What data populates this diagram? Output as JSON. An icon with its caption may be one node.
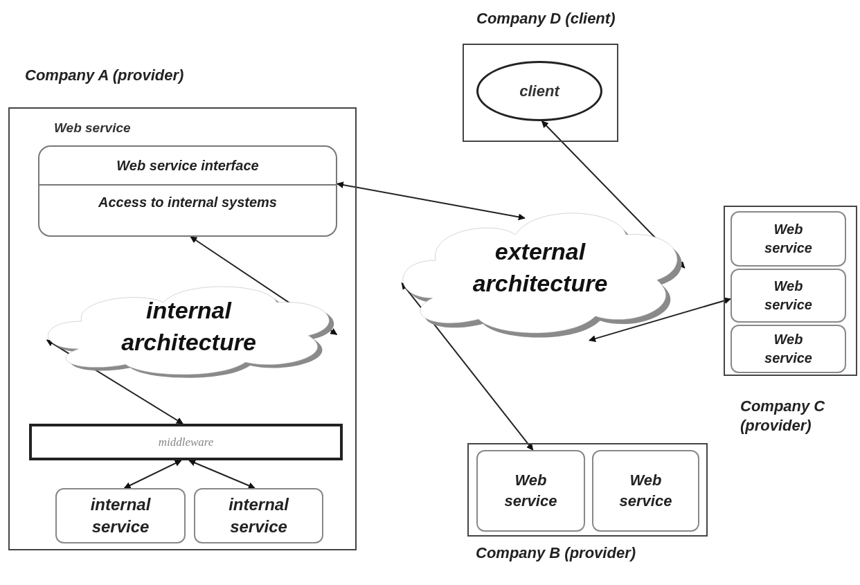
{
  "diagram": {
    "nodes": [
      {
        "text": [
          "Company A (provider)",
          "Web service"
        ]
      },
      {
        "text": [
          "Web service interface",
          "Access to internal systems"
        ],
        "in": 0
      },
      {
        "text": [
          "internal architecture"
        ],
        "in": 0
      },
      {
        "text": [
          "middleware"
        ],
        "in": 0
      },
      {
        "text": [
          "internal service"
        ],
        "in": 0
      },
      {
        "text": [
          "internal service"
        ],
        "in": 0
      },
      {
        "text": [
          "Company D (client)"
        ]
      },
      {
        "text": [
          "client"
        ],
        "in": 6
      },
      {
        "text": [
          "external architecture"
        ]
      },
      {
        "text": [
          "Company C (provider)"
        ]
      },
      {
        "text": [
          "Web service"
        ],
        "in": 9
      },
      {
        "text": [
          "Web service"
        ],
        "in": 9
      },
      {
        "text": [
          "Web service"
        ],
        "in": 9
      },
      {
        "text": [
          "Company B (provider)"
        ]
      },
      {
        "text": [
          "Web service"
        ],
        "in": 13
      },
      {
        "text": [
          "Web service"
        ],
        "in": 13
      }
    ],
    "edges": [
      {
        "from": 1,
        "to": 8,
        "arrow": "both"
      },
      {
        "from": 2,
        "to": 1,
        "arrow": "both"
      },
      {
        "from": 2,
        "to": 3,
        "arrow": "both"
      },
      {
        "from": 3,
        "to": 4,
        "arrow": "both"
      },
      {
        "from": 3,
        "to": 5,
        "arrow": "both"
      },
      {
        "from": 7,
        "to": 8,
        "arrow": "both"
      },
      {
        "from": 8,
        "to": 11,
        "arrow": "both"
      },
      {
        "from": 8,
        "to": 14,
        "arrow": "both"
      }
    ]
  }
}
